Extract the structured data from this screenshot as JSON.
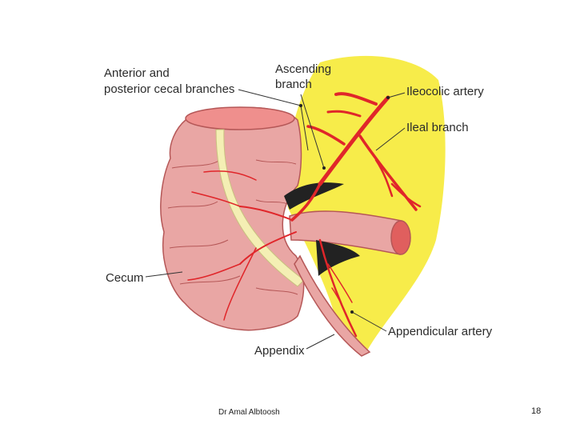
{
  "labels": {
    "cecal_branches_line1": "Anterior and",
    "cecal_branches_line2": "posterior cecal branches",
    "ascending_line1": "Ascending",
    "ascending_line2": "branch",
    "ileocolic_artery": "Ileocolic artery",
    "ileal_branch": "Ileal branch",
    "cecum": "Cecum",
    "appendicular_artery": "Appendicular artery",
    "appendix": "Appendix"
  },
  "footer": {
    "author": "Dr Amal Albtoosh",
    "page_number": "18"
  },
  "colors": {
    "mesentery": "#f7ec4a",
    "cecum_tissue": "#e9a6a4",
    "artery": "#e0262a",
    "taenia": "#f4efb4",
    "text": "#2b2b2b"
  }
}
